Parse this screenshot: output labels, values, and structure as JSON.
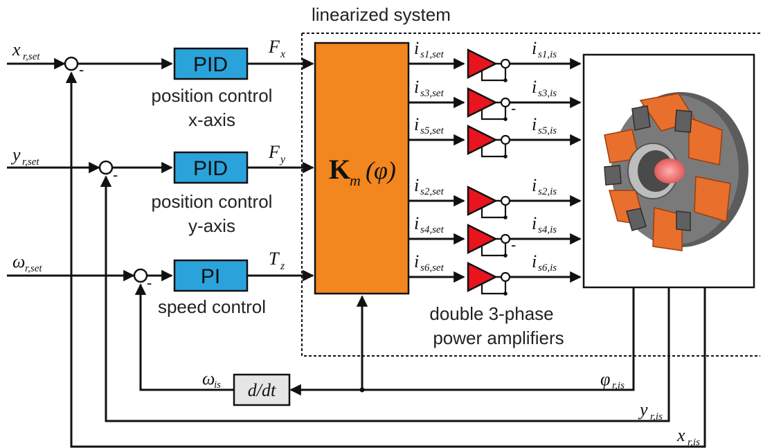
{
  "title": "linearized system",
  "inputs": {
    "x_ref": {
      "main": "x",
      "sub": "r,set"
    },
    "y_ref": {
      "main": "y",
      "sub": "r,set"
    },
    "w_ref": {
      "main": "ω",
      "sub": "r,set"
    }
  },
  "summers": {
    "minus": "-"
  },
  "controllers": {
    "pid_x": {
      "label": "PID",
      "caption1": "position control",
      "caption2": "x-axis"
    },
    "pid_y": {
      "label": "PID",
      "caption1": "position control",
      "caption2": "y-axis"
    },
    "pi_speed": {
      "label": "PI",
      "caption1": "speed control"
    }
  },
  "forces": {
    "fx": {
      "main": "F",
      "sub": "x"
    },
    "fy": {
      "main": "F",
      "sub": "y"
    },
    "tz": {
      "main": "T",
      "sub": "z"
    }
  },
  "matrix": {
    "bold": "K",
    "sub": "m",
    "arg": "(φ)"
  },
  "amp_inputs": [
    {
      "main": "i",
      "sub": "s1,set"
    },
    {
      "main": "i",
      "sub": "s3,set"
    },
    {
      "main": "i",
      "sub": "s5,set"
    },
    {
      "main": "i",
      "sub": "s2,set"
    },
    {
      "main": "i",
      "sub": "s4,set"
    },
    {
      "main": "i",
      "sub": "s6,set"
    }
  ],
  "amp_outputs": [
    {
      "main": "i",
      "sub": "s1,is"
    },
    {
      "main": "i",
      "sub": "s3,is"
    },
    {
      "main": "i",
      "sub": "s5,is"
    },
    {
      "main": "i",
      "sub": "s2,is"
    },
    {
      "main": "i",
      "sub": "s4,is"
    },
    {
      "main": "i",
      "sub": "s6,is"
    }
  ],
  "amplifiers_caption": {
    "line1": "double 3-phase",
    "line2": "power amplifiers"
  },
  "derivative": {
    "label": "d/dt"
  },
  "feedback": {
    "w_is": {
      "main": "ω",
      "sub": "is"
    },
    "phi": {
      "main": "φ",
      "sub": "r,is"
    },
    "y_is": {
      "main": "y",
      "sub": "r,is"
    },
    "x_is": {
      "main": "x",
      "sub": "r,is"
    }
  },
  "colors": {
    "controller_fill": "#2aa3db",
    "matrix_fill": "#f2861f",
    "amp_fill": "#e8141e",
    "ddt_fill": "#e6e6e6",
    "machine_orange": "#e8702c",
    "machine_gray": "#6f6f6f"
  }
}
